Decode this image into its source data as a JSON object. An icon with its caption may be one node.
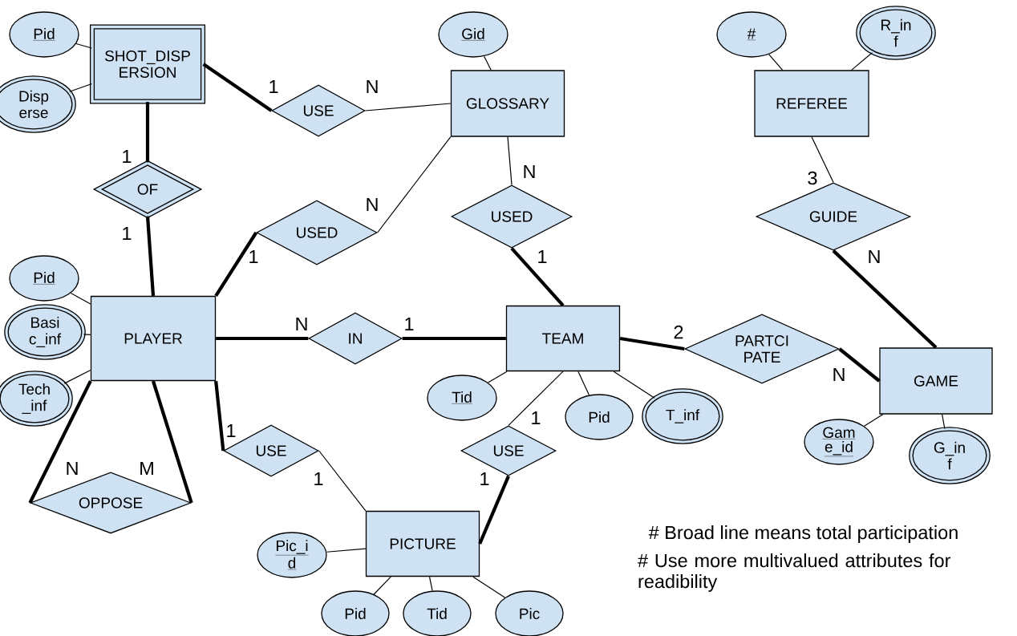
{
  "diagram": {
    "nodes": [
      {
        "text": [
          "Pid"
        ]
      },
      {
        "text": [
          "SHOT_DISP ERSION"
        ]
      },
      {
        "text": [
          "Disp erse"
        ]
      },
      {
        "text": [
          "USE"
        ]
      },
      {
        "text": [
          "GLOSSARY"
        ]
      },
      {
        "text": [
          "Gid"
        ]
      },
      {
        "text": [
          "#"
        ]
      },
      {
        "text": [
          "R_in f"
        ]
      },
      {
        "text": [
          "REFEREE"
        ]
      },
      {
        "text": [
          "OF"
        ]
      },
      {
        "text": [
          "USED"
        ]
      },
      {
        "text": [
          "USED"
        ]
      },
      {
        "text": [
          "GUIDE"
        ]
      },
      {
        "text": [
          "Pid"
        ]
      },
      {
        "text": [
          "PLAYER"
        ]
      },
      {
        "text": [
          "Basi c_inf"
        ]
      },
      {
        "text": [
          "Tech _inf"
        ]
      },
      {
        "text": [
          "IN"
        ]
      },
      {
        "text": [
          "TEAM"
        ]
      },
      {
        "text": [
          "PARTCI PATE"
        ]
      },
      {
        "text": [
          "GAME"
        ]
      },
      {
        "text": [
          "Tid"
        ]
      },
      {
        "text": [
          "Pid"
        ]
      },
      {
        "text": [
          "T_inf"
        ]
      },
      {
        "text": [
          "Gam e_id"
        ]
      },
      {
        "text": [
          "G_in f"
        ]
      },
      {
        "text": [
          "USE"
        ]
      },
      {
        "text": [
          "USE"
        ]
      },
      {
        "text": [
          "OPPOSE"
        ]
      },
      {
        "text": [
          "Pic_i d"
        ]
      },
      {
        "text": [
          "PICTURE"
        ]
      },
      {
        "text": [
          "Pid"
        ]
      },
      {
        "text": [
          "Tid"
        ]
      },
      {
        "text": [
          "Pic"
        ]
      }
    ],
    "edges": [
      {
        "from": 1,
        "to": 3,
        "arrow": "none",
        "label": "1",
        "style": "thick"
      },
      {
        "from": 3,
        "to": 4,
        "arrow": "none",
        "label": "N"
      },
      {
        "from": 1,
        "to": 9,
        "arrow": "none",
        "label": "1",
        "style": "thick"
      },
      {
        "from": 9,
        "to": 14,
        "arrow": "none",
        "label": "1",
        "style": "thick"
      },
      {
        "from": 14,
        "to": 10,
        "arrow": "none",
        "label": "1",
        "style": "thick"
      },
      {
        "from": 10,
        "to": 4,
        "arrow": "none",
        "label": "N"
      },
      {
        "from": 4,
        "to": 11,
        "arrow": "none",
        "label": "N"
      },
      {
        "from": 11,
        "to": 18,
        "arrow": "none",
        "label": "1",
        "style": "thick"
      },
      {
        "from": 8,
        "to": 12,
        "arrow": "none",
        "label": "3"
      },
      {
        "from": 12,
        "to": 20,
        "arrow": "none",
        "label": "N",
        "style": "thick"
      },
      {
        "from": 14,
        "to": 17,
        "arrow": "none",
        "label": "N",
        "style": "thick"
      },
      {
        "from": 17,
        "to": 18,
        "arrow": "none",
        "label": "1",
        "style": "thick"
      },
      {
        "from": 18,
        "to": 19,
        "arrow": "none",
        "label": "2",
        "style": "thick"
      },
      {
        "from": 19,
        "to": 20,
        "arrow": "none",
        "label": "N",
        "style": "thick"
      },
      {
        "from": 14,
        "to": 26,
        "arrow": "none",
        "label": "1",
        "style": "thick"
      },
      {
        "from": 26,
        "to": 30,
        "arrow": "none",
        "label": "1"
      },
      {
        "from": 18,
        "to": 27,
        "arrow": "none",
        "label": "1"
      },
      {
        "from": 27,
        "to": 30,
        "arrow": "none",
        "label": "1",
        "style": "thick"
      },
      {
        "from": 14,
        "to": 28,
        "arrow": "none",
        "label": "N",
        "style": "thick"
      },
      {
        "from": 14,
        "to": 28,
        "arrow": "none",
        "label": "M",
        "style": "thick"
      },
      {
        "from": 0,
        "to": 1,
        "arrow": "none"
      },
      {
        "from": 2,
        "to": 1,
        "arrow": "none"
      },
      {
        "from": 5,
        "to": 4,
        "arrow": "none"
      },
      {
        "from": 6,
        "to": 8,
        "arrow": "none"
      },
      {
        "from": 7,
        "to": 8,
        "arrow": "none"
      },
      {
        "from": 13,
        "to": 14,
        "arrow": "none"
      },
      {
        "from": 15,
        "to": 14,
        "arrow": "none"
      },
      {
        "from": 16,
        "to": 14,
        "arrow": "none"
      },
      {
        "from": 21,
        "to": 18,
        "arrow": "none"
      },
      {
        "from": 22,
        "to": 18,
        "arrow": "none"
      },
      {
        "from": 23,
        "to": 18,
        "arrow": "none"
      },
      {
        "from": 24,
        "to": 20,
        "arrow": "none"
      },
      {
        "from": 25,
        "to": 20,
        "arrow": "none"
      },
      {
        "from": 29,
        "to": 30,
        "arrow": "none"
      },
      {
        "from": 31,
        "to": 30,
        "arrow": "none"
      },
      {
        "from": 32,
        "to": 30,
        "arrow": "none"
      },
      {
        "from": 33,
        "to": 30,
        "arrow": "none"
      }
    ],
    "labels": [
      "# Broad line means total participation",
      "# Use more multivalued attributes for readibility"
    ]
  }
}
